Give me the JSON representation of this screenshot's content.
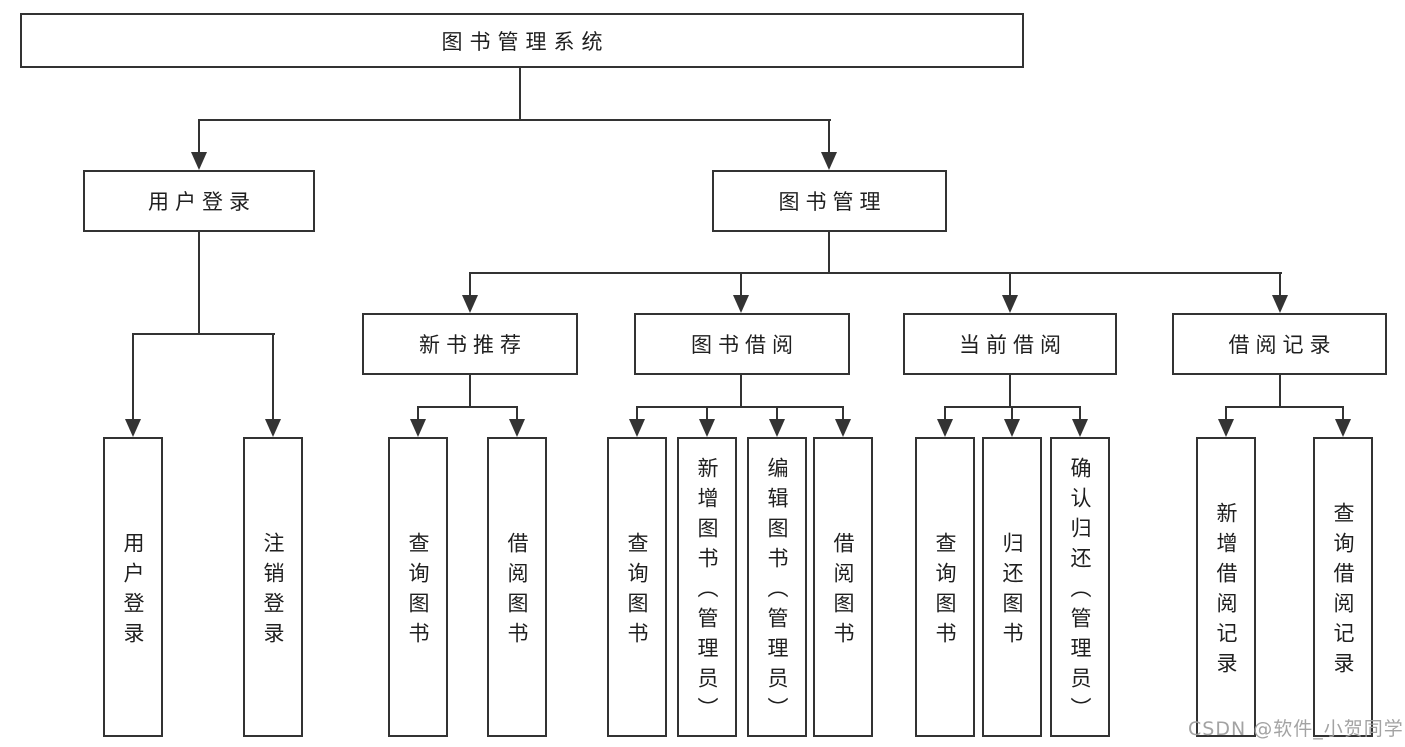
{
  "diagram": {
    "root": {
      "label": "图书管理系统"
    },
    "branches": [
      {
        "label": "用户登录",
        "children": [
          {
            "label": "用户登录"
          },
          {
            "label": "注销登录"
          }
        ]
      },
      {
        "label": "图书管理",
        "children": [
          {
            "label": "新书推荐",
            "children": [
              {
                "label": "查询图书"
              },
              {
                "label": "借阅图书"
              }
            ]
          },
          {
            "label": "图书借阅",
            "children": [
              {
                "label": "查询图书"
              },
              {
                "label": "新增图书（管理员）"
              },
              {
                "label": "编辑图书（管理员）"
              },
              {
                "label": "借阅图书"
              }
            ]
          },
          {
            "label": "当前借阅",
            "children": [
              {
                "label": "查询图书"
              },
              {
                "label": "归还图书"
              },
              {
                "label": "确认归还（管理员）"
              }
            ]
          },
          {
            "label": "借阅记录",
            "children": [
              {
                "label": "新增借阅记录"
              },
              {
                "label": "查询借阅记录"
              }
            ]
          }
        ]
      }
    ]
  },
  "watermark": {
    "text": "CSDN @软件_小贺同学"
  },
  "colors": {
    "line": "#333333",
    "text": "#1f1f1f",
    "background": "#ffffff",
    "watermark": "#9f9f9f"
  }
}
